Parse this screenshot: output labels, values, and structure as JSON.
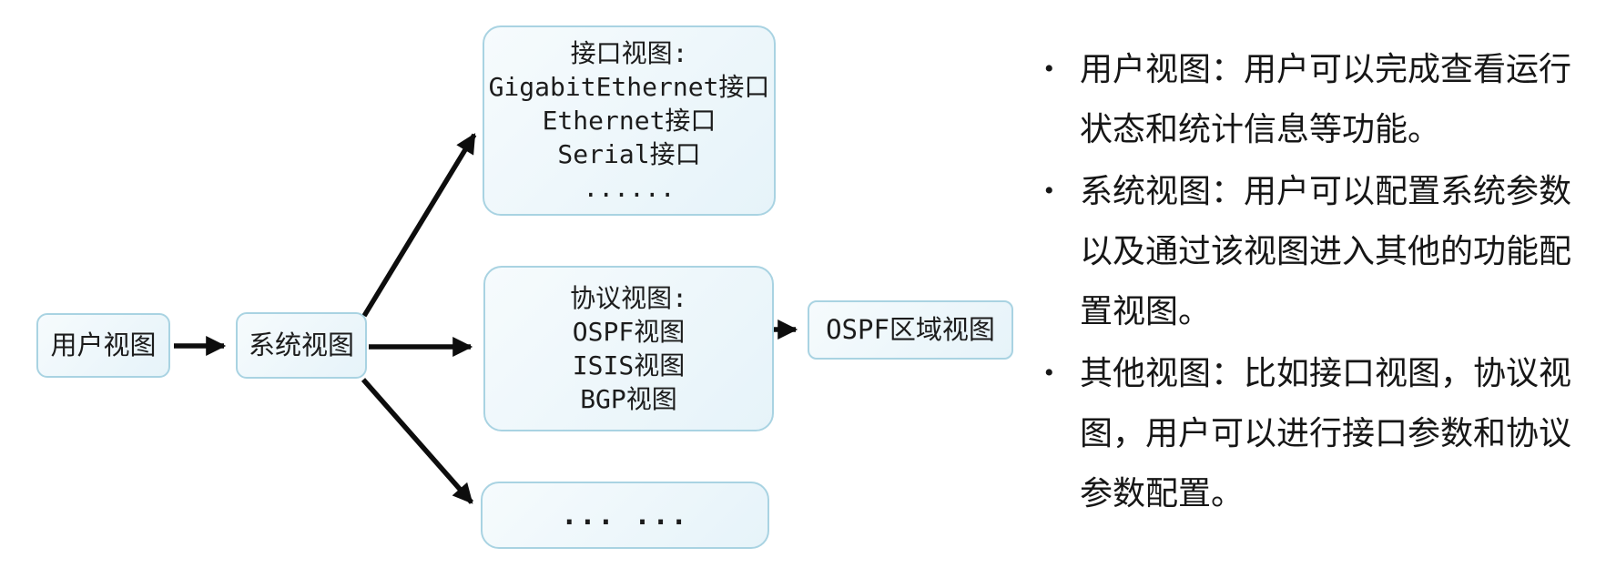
{
  "diagram": {
    "nodes": {
      "user_view": {
        "label": "用户视图"
      },
      "system_view": {
        "label": "系统视图"
      },
      "interface_view": {
        "lines": [
          "接口视图:",
          "GigabitEthernet接口",
          "Ethernet接口",
          "Serial接口",
          "......"
        ]
      },
      "protocol_view": {
        "lines": [
          "协议视图:",
          "OSPF视图",
          "ISIS视图",
          "BGP视图"
        ]
      },
      "ospf_area_view": {
        "label": "OSPF区域视图"
      },
      "other_view": {
        "label": "... ..."
      }
    },
    "edges": [
      "用户视图→系统视图",
      "系统视图→接口视图",
      "系统视图→协议视图",
      "系统视图→其他视图",
      "OSPF视图→OSPF区域视图"
    ]
  },
  "notes": {
    "bullet_char": "•",
    "items": [
      {
        "lines": [
          "用户视图：用户可以完成查看运行",
          "状态和统计信息等功能。"
        ]
      },
      {
        "lines": [
          "系统视图：用户可以配置系统参数",
          "以及通过该视图进入其他的功能配",
          "置视图。"
        ]
      },
      {
        "lines": [
          "其他视图：比如接口视图，协议视",
          "图，用户可以进行接口参数和协议",
          "参数配置。"
        ]
      }
    ]
  },
  "colors": {
    "background": "#ffffff",
    "box_fill": "#e9f5fa",
    "box_border": "#a9d3e2",
    "arrow": "#0d0d0d",
    "text": "#1c1c1c"
  }
}
